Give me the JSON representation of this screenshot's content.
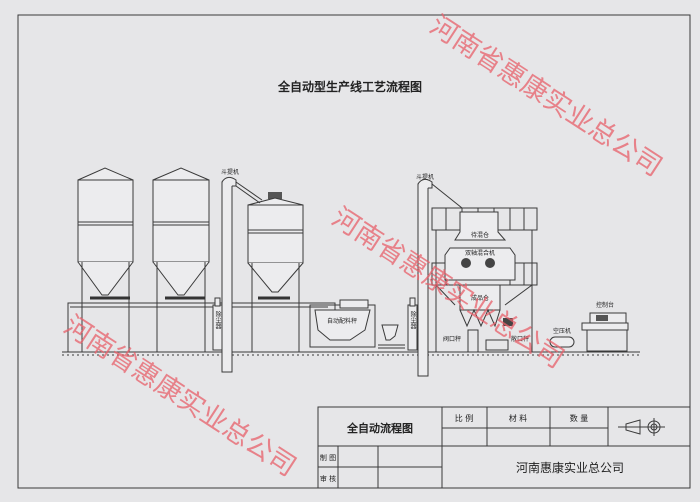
{
  "title": "全自动型生产线工艺流程图",
  "labels": {
    "bucket_elevator_1": "斗提机",
    "bucket_elevator_2": "斗提机",
    "dust_collector_1": "除尘器",
    "dust_collector_2": "除尘器",
    "batching_scale": "自动配料秤",
    "waiting_bin": "待混仓",
    "twin_shaft_mixer": "双轴混合机",
    "finished_bin": "成品仓",
    "valve_scale": "阀口秤",
    "open_scale": "敞口秤",
    "air_compressor": "空压机",
    "control_desk": "控制台"
  },
  "title_block": {
    "drawing_name": "全自动流程图",
    "scale": "比  例",
    "material": "材  料",
    "quantity": "数  量",
    "drawn_by": "制  图",
    "checked_by": "审  核",
    "company": "河南惠康实业总公司"
  },
  "watermark": "河南省惠康实业总公司",
  "colors": {
    "line": "#3a3a3a",
    "watermark": "#e8606a",
    "paper": "#e6e6e8"
  }
}
